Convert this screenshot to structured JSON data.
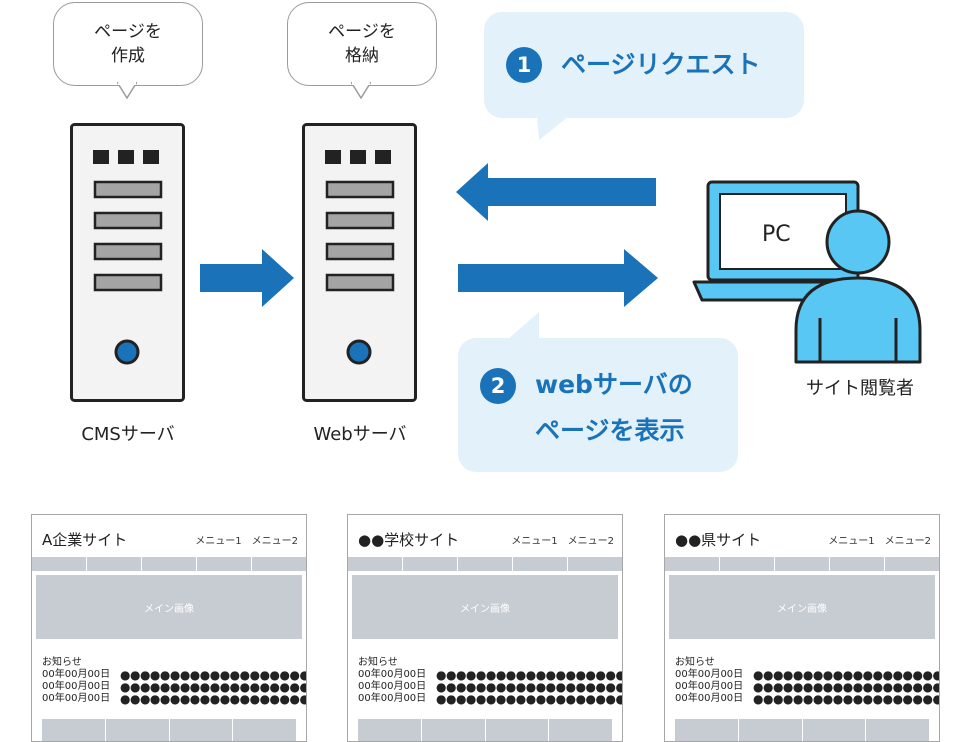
{
  "bubbles": {
    "create": {
      "line1": "ページを",
      "line2": "作成"
    },
    "store": {
      "line1": "ページを",
      "line2": "格納"
    }
  },
  "captions": {
    "cms": "CMSサーバ",
    "web": "Webサーバ",
    "viewer": "サイト閲覧者"
  },
  "pc_label": "PC",
  "request": {
    "num": "1",
    "text": "ページリクエスト"
  },
  "response": {
    "num": "2",
    "line1": "webサーバの",
    "line2": "ページを表示"
  },
  "colors": {
    "accent": "#1a73b9",
    "light_blue": "#58c7f3",
    "bubble_bg": "#e3f1fa",
    "server_bg": "#f3f3f3",
    "gray": "#c7ccd3"
  },
  "sites": [
    {
      "title": "A企業サイト",
      "menu1": "メニュー1",
      "menu2": "メニュー2",
      "hero": "メイン画像",
      "news_heading": "お知らせ",
      "news": [
        {
          "date": "00年00月00日",
          "dots": "●●●●●●●●●●●●●●●●●●●●●●"
        },
        {
          "date": "00年00月00日",
          "dots": "●●●●●●●●●●●●●●●●●●●●●●"
        },
        {
          "date": "00年00月00日",
          "dots": "●●●●●●●●●●●●●●●●●●●●●●"
        }
      ]
    },
    {
      "title": "●●学校サイト",
      "menu1": "メニュー1",
      "menu2": "メニュー2",
      "hero": "メイン画像",
      "news_heading": "お知らせ",
      "news": [
        {
          "date": "00年00月00日",
          "dots": "●●●●●●●●●●●●●●●●●●●●●●"
        },
        {
          "date": "00年00月00日",
          "dots": "●●●●●●●●●●●●●●●●●●●●●●"
        },
        {
          "date": "00年00月00日",
          "dots": "●●●●●●●●●●●●●●●●●●●●●●"
        }
      ]
    },
    {
      "title": "●●県サイト",
      "menu1": "メニュー1",
      "menu2": "メニュー2",
      "hero": "メイン画像",
      "news_heading": "お知らせ",
      "news": [
        {
          "date": "00年00月00日",
          "dots": "●●●●●●●●●●●●●●●●●●●●●●"
        },
        {
          "date": "00年00月00日",
          "dots": "●●●●●●●●●●●●●●●●●●●●●●"
        },
        {
          "date": "00年00月00日",
          "dots": "●●●●●●●●●●●●●●●●●●●●●●"
        }
      ]
    }
  ]
}
